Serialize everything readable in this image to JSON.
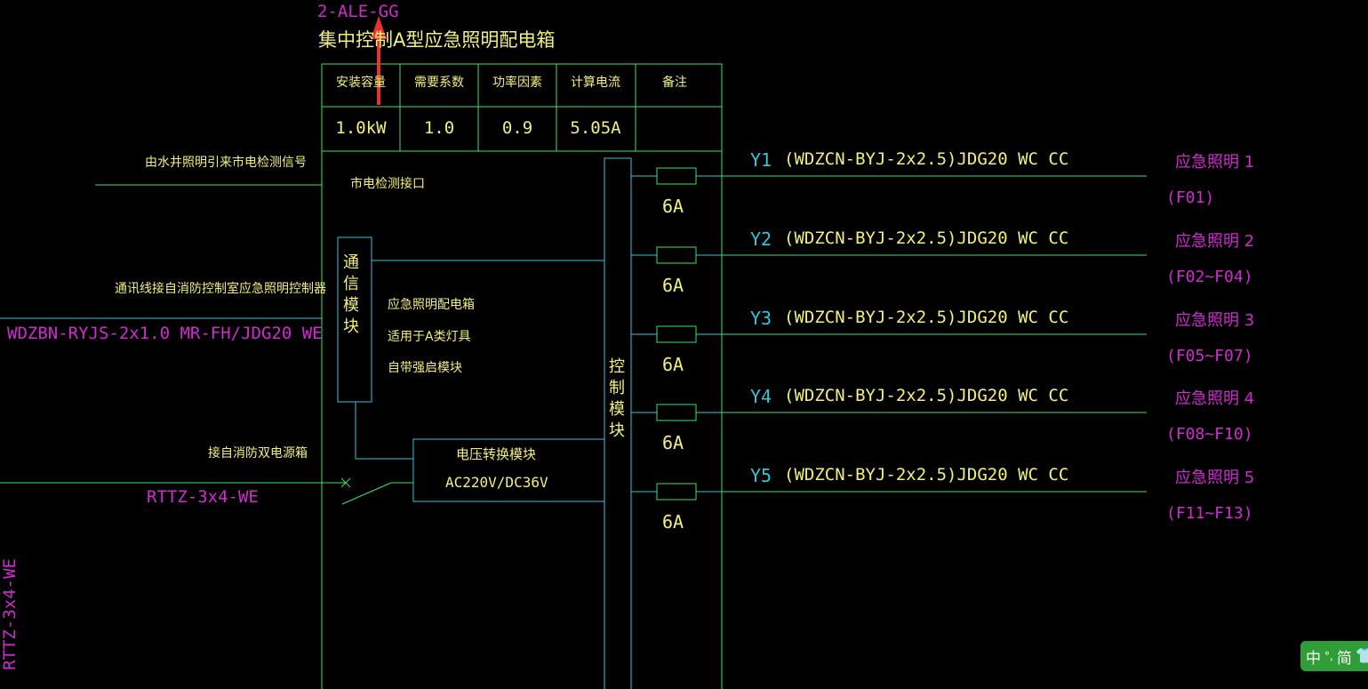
{
  "box": {
    "id": "2-ALE-GG",
    "title": "集中控制A型应急照明配电箱",
    "table": {
      "headers": [
        "安装容量",
        "需要系数",
        "功率因素",
        "计算电流",
        "备注"
      ],
      "values": [
        "1.0kW",
        "1.0",
        "0.9",
        "5.05A",
        ""
      ]
    },
    "internal_labels": {
      "monitor_port": "市电检测接口",
      "comm_module": "通信模块",
      "box_desc": [
        "应急照明配电箱",
        "适用于A类灯具",
        "自带强启模块"
      ],
      "voltage_module": "电压转换模块",
      "voltage_value": "AC220V/DC36V",
      "control_module": "控制模块"
    }
  },
  "inputs": {
    "monitor_signal": "由水井照明引来市电检测信号",
    "comm_link": "通讯线接自消防控制室应急照明控制器",
    "comm_cable": "WDZBN-RYJS-2x1.0 MR-FH/JDG20 WE",
    "power_source": "接自消防双电源箱",
    "power_cable": "RTTZ-3x4-WE",
    "vertical_cable": "RTTZ-3x4-WE"
  },
  "circuits": [
    {
      "id": "Y1",
      "cable": "(WDZCN-BYJ-2x2.5)JDG20 WC CC",
      "fuse": "6A",
      "load": "应急照明 1",
      "range": "(F01)"
    },
    {
      "id": "Y2",
      "cable": "(WDZCN-BYJ-2x2.5)JDG20 WC CC",
      "fuse": "6A",
      "load": "应急照明 2",
      "range": "(F02~F04)"
    },
    {
      "id": "Y3",
      "cable": "(WDZCN-BYJ-2x2.5)JDG20 WC CC",
      "fuse": "6A",
      "load": "应急照明 3",
      "range": "(F05~F07)"
    },
    {
      "id": "Y4",
      "cable": "(WDZCN-BYJ-2x2.5)JDG20 WC CC",
      "fuse": "6A",
      "load": "应急照明 4",
      "range": "(F08~F10)"
    },
    {
      "id": "Y5",
      "cable": "(WDZCN-BYJ-2x2.5)JDG20 WC CC",
      "fuse": "6A",
      "load": "应急照明 5",
      "range": "(F11~F13)"
    }
  ],
  "ime": {
    "mode": "中",
    "punct": "°,",
    "script": "简",
    "icon": "shirt-icon"
  },
  "colors": {
    "background": "#000000",
    "line_green": "#3fe06a",
    "line_cyan": "#36c3dc",
    "text_yellow": "#f2f07a",
    "text_magenta": "#d12ad1",
    "arrow_red": "#e8322f",
    "ime_green": "#2f9e37"
  }
}
